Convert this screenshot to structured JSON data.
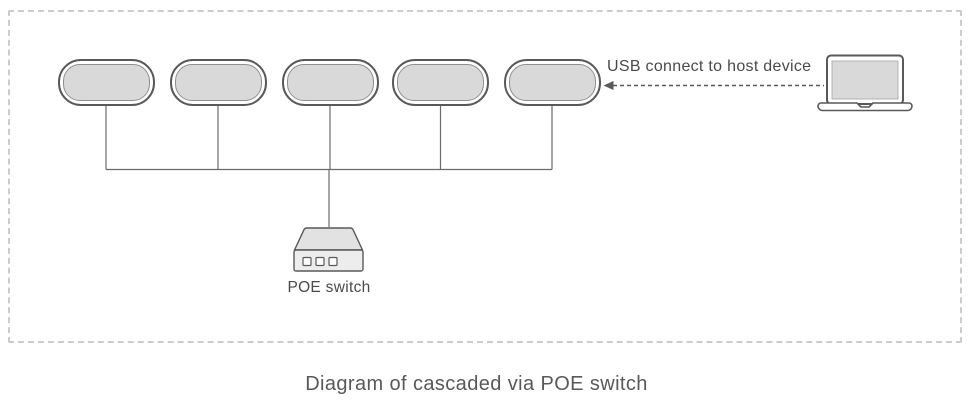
{
  "caption": "Diagram of cascaded via POE switch",
  "devices": {
    "count": 5,
    "icon": "speakerphone-icon"
  },
  "poe_switch": {
    "label": "POE switch",
    "port_count": 3,
    "icon": "poe-switch-icon"
  },
  "host": {
    "annotation": "USB connect to host device",
    "icon": "laptop-icon",
    "connection_style": "dashed-arrow"
  },
  "colors": {
    "line": "#595959",
    "frame_dash": "#cccccc",
    "device_fill": "#d9d9d9",
    "device_border": "#595959",
    "switch_lid_fill": "#e2e2e2",
    "switch_front_fill": "#ededed",
    "laptop_screen_fill": "#d9d9d9",
    "annotation_text": "#4a4a4a",
    "caption_text": "#595959"
  }
}
